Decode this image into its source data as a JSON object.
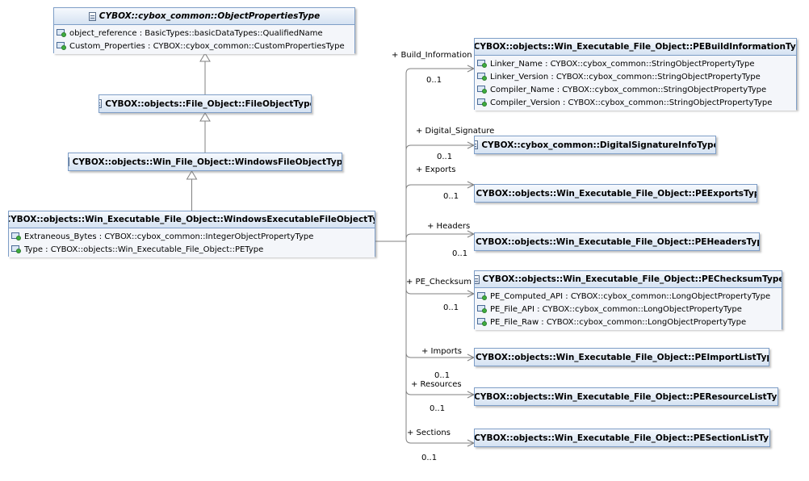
{
  "classes": {
    "object_properties": {
      "title": "CYBOX::cybox_common::ObjectPropertiesType",
      "abstract": true,
      "attributes": [
        "object_reference : BasicTypes::basicDataTypes::QualifiedName",
        "Custom_Properties : CYBOX::cybox_common::CustomPropertiesType"
      ]
    },
    "file_object": {
      "title": "CYBOX::objects::File_Object::FileObjectType"
    },
    "windows_file_object": {
      "title": "CYBOX::objects::Win_File_Object::WindowsFileObjectType"
    },
    "win_exec_file_object": {
      "title": "CYBOX::objects::Win_Executable_File_Object::WindowsExecutableFileObjectType",
      "attributes": [
        "Extraneous_Bytes : CYBOX::cybox_common::IntegerObjectPropertyType",
        "Type : CYBOX::objects::Win_Executable_File_Object::PEType"
      ]
    },
    "pe_build_info": {
      "title": "CYBOX::objects::Win_Executable_File_Object::PEBuildInformationType",
      "attributes": [
        "Linker_Name : CYBOX::cybox_common::StringObjectPropertyType",
        "Linker_Version : CYBOX::cybox_common::StringObjectPropertyType",
        "Compiler_Name : CYBOX::cybox_common::StringObjectPropertyType",
        "Compiler_Version : CYBOX::cybox_common::StringObjectPropertyType"
      ]
    },
    "digital_signature_info": {
      "title": "CYBOX::cybox_common::DigitalSignatureInfoType"
    },
    "pe_exports": {
      "title": "CYBOX::objects::Win_Executable_File_Object::PEExportsType"
    },
    "pe_headers": {
      "title": "CYBOX::objects::Win_Executable_File_Object::PEHeadersType"
    },
    "pe_checksum": {
      "title": "CYBOX::objects::Win_Executable_File_Object::PEChecksumType",
      "attributes": [
        "PE_Computed_API : CYBOX::cybox_common::LongObjectPropertyType",
        "PE_File_API : CYBOX::cybox_common::LongObjectPropertyType",
        "PE_File_Raw : CYBOX::cybox_common::LongObjectPropertyType"
      ]
    },
    "pe_import_list": {
      "title": "CYBOX::objects::Win_Executable_File_Object::PEImportListType"
    },
    "pe_resource_list": {
      "title": "CYBOX::objects::Win_Executable_File_Object::PEResourceListType"
    },
    "pe_section_list": {
      "title": "CYBOX::objects::Win_Executable_File_Object::PESectionListType"
    }
  },
  "associations": [
    {
      "role": "+ Build_Information",
      "multiplicity": "0..1",
      "target": "pe_build_info"
    },
    {
      "role": "+ Digital_Signature",
      "multiplicity": "0..1",
      "target": "digital_signature_info"
    },
    {
      "role": "+ Exports",
      "multiplicity": "0..1",
      "target": "pe_exports"
    },
    {
      "role": "+ Headers",
      "multiplicity": "0..1",
      "target": "pe_headers"
    },
    {
      "role": "+ PE_Checksum",
      "multiplicity": "0..1",
      "target": "pe_checksum"
    },
    {
      "role": "+ Imports",
      "multiplicity": "0..1",
      "target": "pe_import_list"
    },
    {
      "role": "+ Resources",
      "multiplicity": "0..1",
      "target": "pe_resource_list"
    },
    {
      "role": "+ Sections",
      "multiplicity": "0..1",
      "target": "pe_section_list"
    }
  ],
  "generalizations": [
    {
      "from": "file_object",
      "to": "object_properties"
    },
    {
      "from": "windows_file_object",
      "to": "file_object"
    },
    {
      "from": "win_exec_file_object",
      "to": "windows_file_object"
    }
  ],
  "colors": {
    "class_border": "#7e9ec7",
    "class_header": "#d5e2f2",
    "connector": "#808080"
  }
}
